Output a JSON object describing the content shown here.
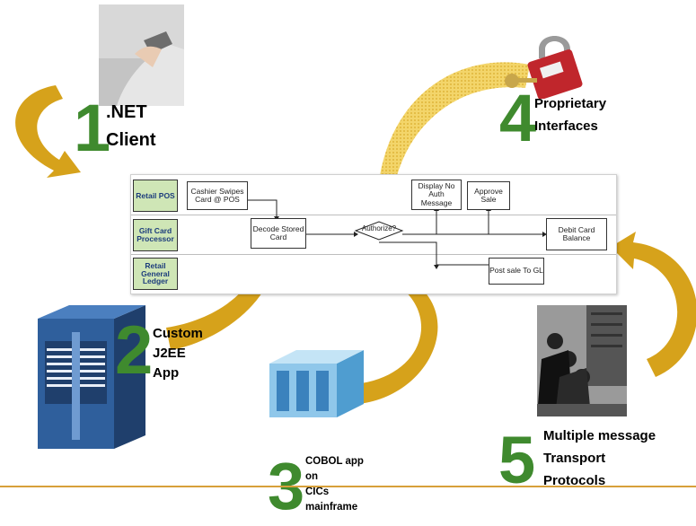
{
  "steps": [
    {
      "number": "1",
      "label_lines": [
        ".NET",
        "Client"
      ],
      "icon": "card-swipe-photo"
    },
    {
      "number": "2",
      "label_lines": [
        "Custom",
        "J2EE",
        "App"
      ],
      "icon": "server-rack-icon"
    },
    {
      "number": "3",
      "label_lines": [
        "COBOL app",
        "on",
        "CICs",
        "mainframe"
      ],
      "icon": "mainframe-icon"
    },
    {
      "number": "4",
      "label_lines": [
        "Proprietary",
        "Interfaces"
      ],
      "icon": "padlock-key-icon"
    },
    {
      "number": "5",
      "label_lines": [
        "Multiple message",
        "Transport",
        "Protocols"
      ],
      "icon": "switchboard-operators-photo"
    }
  ],
  "flowchart": {
    "lanes": [
      "Retail POS",
      "Gift Card Processor",
      "Retail General Ledger"
    ],
    "boxes": {
      "cashier": "Cashier Swipes Card @ POS",
      "decode": "Decode Stored Card",
      "authorize": "Authorize?",
      "display": "Display No Auth Message",
      "approve": "Approve Sale",
      "debit": "Debit Card Balance",
      "post": "Post sale To GL"
    }
  },
  "colors": {
    "arrow": "#d6a21b",
    "number": "#3f8a2e",
    "lane_label_bg": "#cfe6b6",
    "rule": "#d7a03a"
  }
}
